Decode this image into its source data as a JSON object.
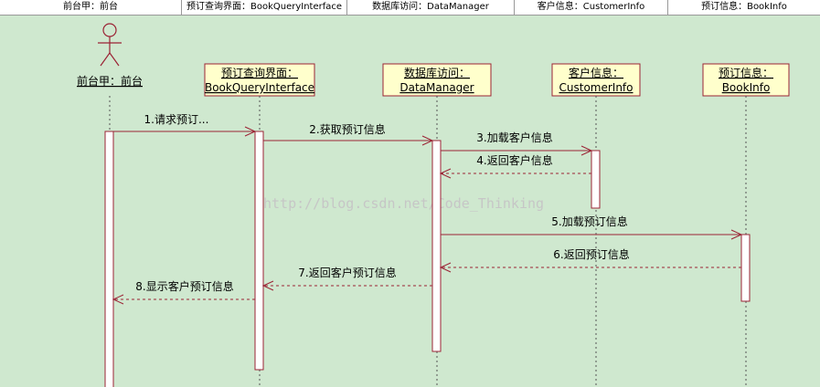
{
  "header": {
    "tabs": [
      "前台甲：前台",
      "预订查询界面：BookQueryInterface",
      "数据库访问：DataManager",
      "客户信息：CustomerInfo",
      "预订信息：BookInfo"
    ]
  },
  "actor": {
    "name": "前台甲：前台",
    "icon": "stick-figure-icon"
  },
  "lifelines": [
    {
      "line1": "预订查询界面：",
      "line2": "BookQueryInterface"
    },
    {
      "line1": "数据库访问：",
      "line2": "DataManager"
    },
    {
      "line1": "客户信息：",
      "line2": "CustomerInfo"
    },
    {
      "line1": "预订信息：",
      "line2": "BookInfo"
    }
  ],
  "messages": [
    {
      "label": "1.请求预订...",
      "from": 0,
      "to": 1,
      "kind": "call"
    },
    {
      "label": "2.获取预订信息",
      "from": 1,
      "to": 2,
      "kind": "call"
    },
    {
      "label": "3.加载客户信息",
      "from": 2,
      "to": 3,
      "kind": "call"
    },
    {
      "label": "4.返回客户信息",
      "from": 3,
      "to": 2,
      "kind": "return"
    },
    {
      "label": "5.加载预订信息",
      "from": 2,
      "to": 4,
      "kind": "call"
    },
    {
      "label": "6.返回预订信息",
      "from": 4,
      "to": 2,
      "kind": "return"
    },
    {
      "label": "7.返回客户预订信息",
      "from": 2,
      "to": 1,
      "kind": "return"
    },
    {
      "label": "8.显示客户预订信息",
      "from": 1,
      "to": 0,
      "kind": "return"
    }
  ],
  "watermark": "http://blog.csdn.net/Code_Thinking",
  "colors": {
    "background": "#cfe8cf",
    "box_fill": "#ffffcc",
    "accent": "#9b2335"
  }
}
